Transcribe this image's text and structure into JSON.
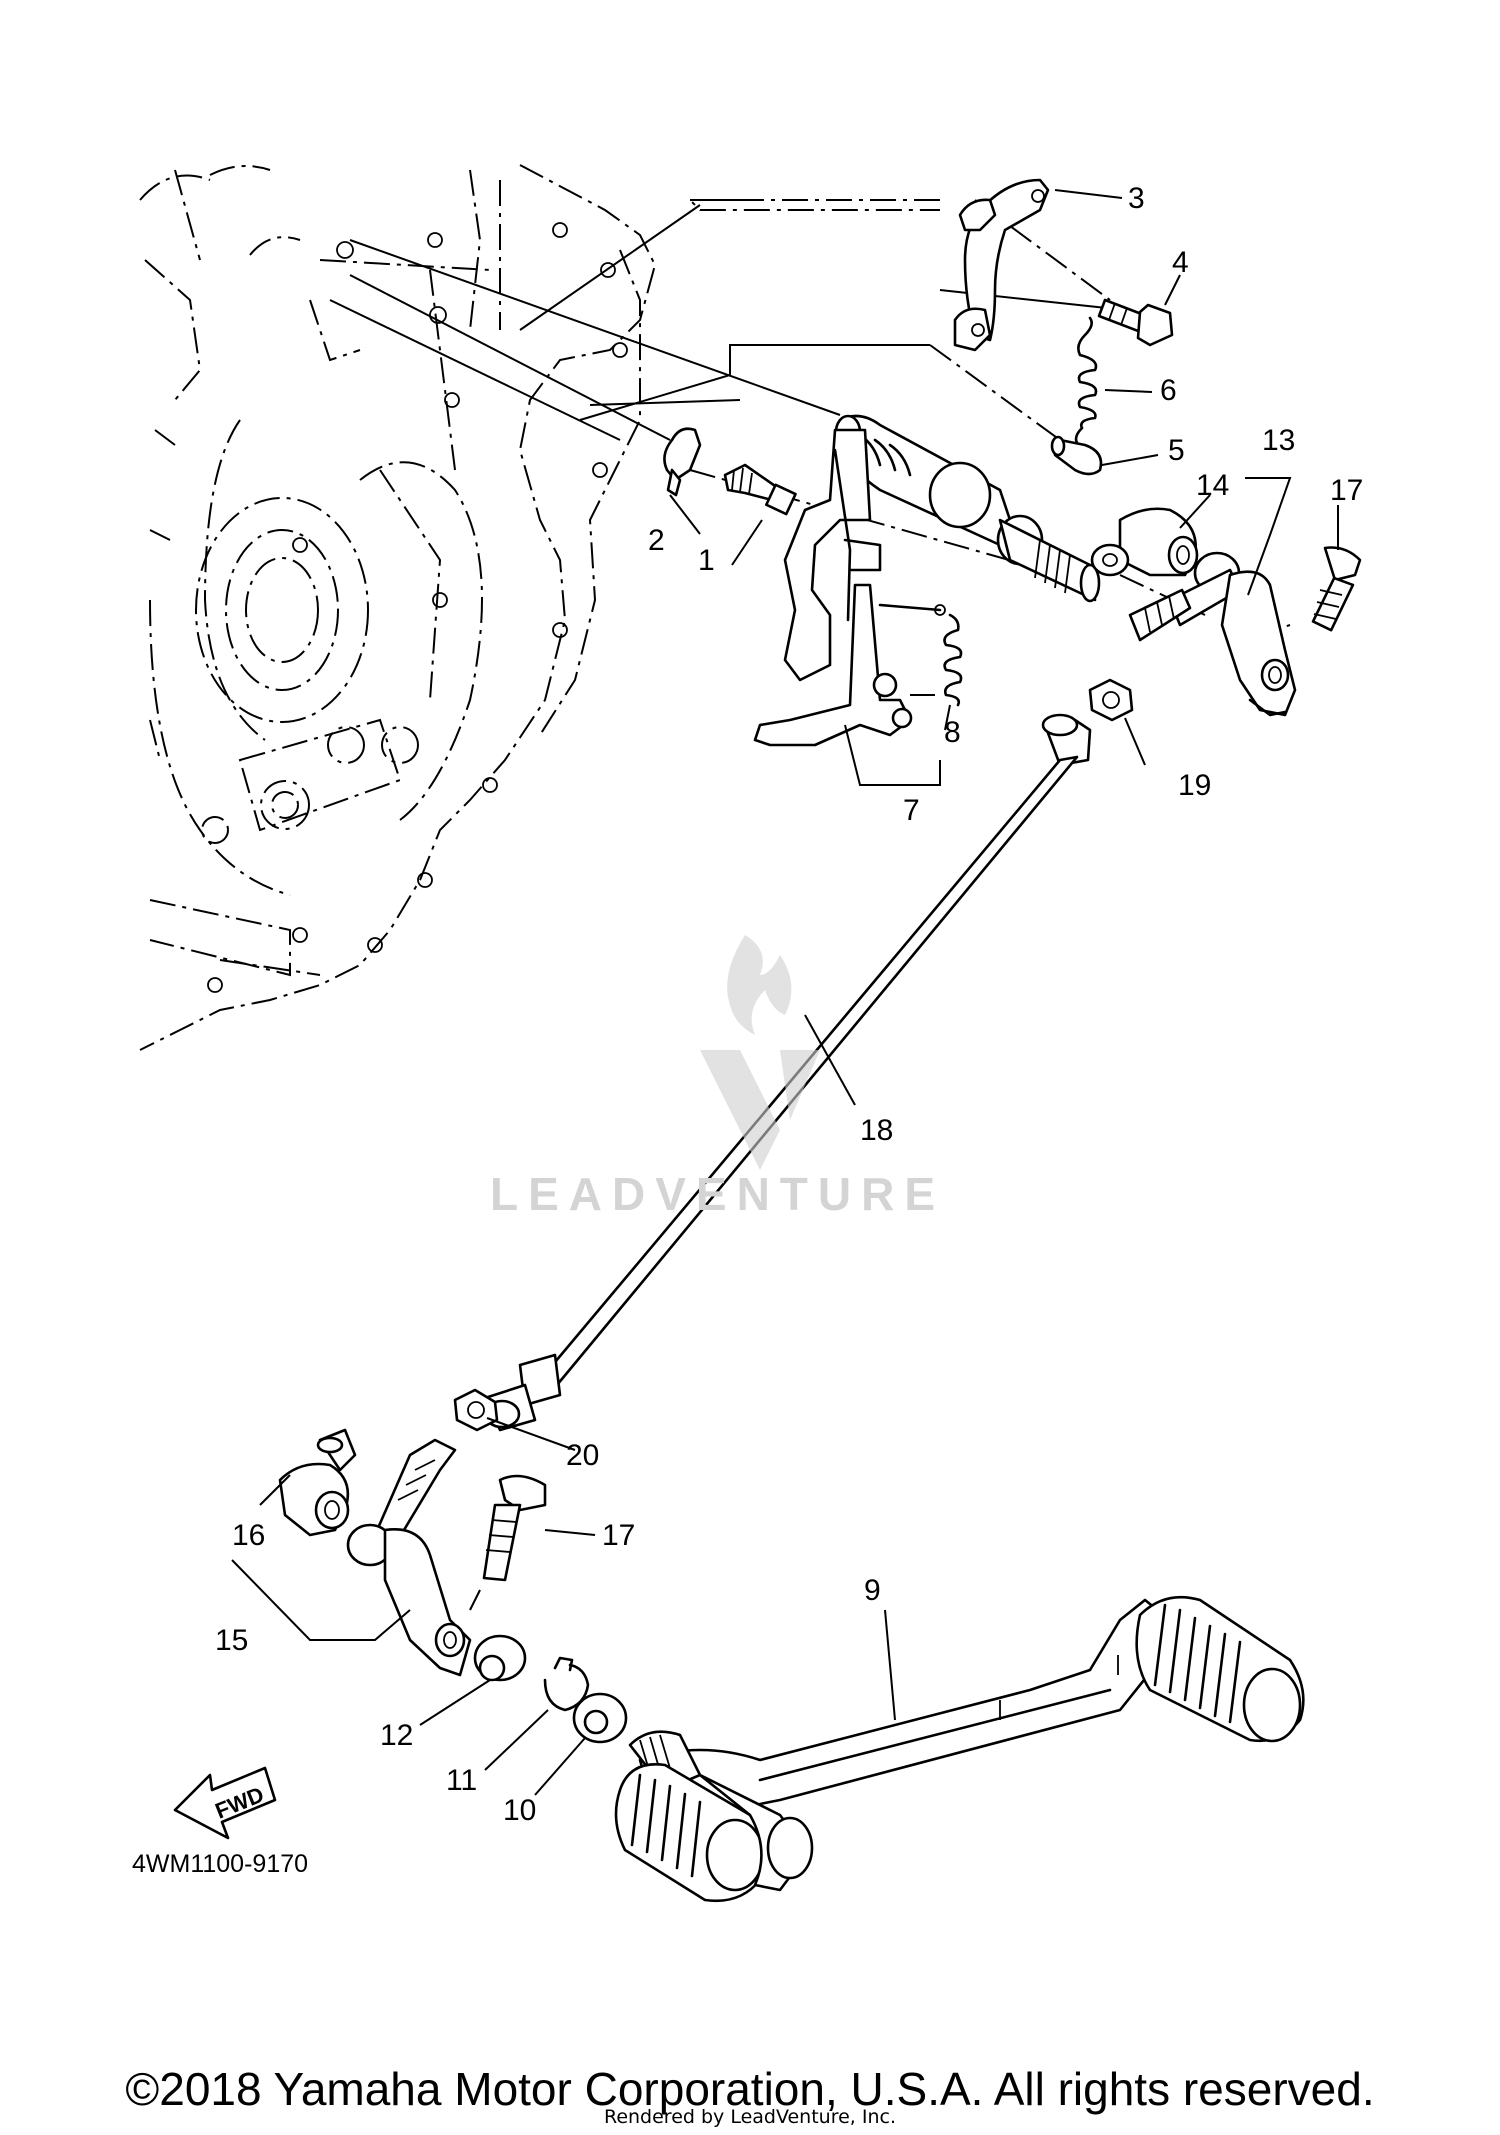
{
  "diagram": {
    "callouts": [
      {
        "id": "1",
        "label": "1"
      },
      {
        "id": "2",
        "label": "2"
      },
      {
        "id": "3",
        "label": "3"
      },
      {
        "id": "4",
        "label": "4"
      },
      {
        "id": "5",
        "label": "5"
      },
      {
        "id": "6",
        "label": "6"
      },
      {
        "id": "7",
        "label": "7"
      },
      {
        "id": "8",
        "label": "8"
      },
      {
        "id": "9",
        "label": "9"
      },
      {
        "id": "10",
        "label": "10"
      },
      {
        "id": "11",
        "label": "11"
      },
      {
        "id": "12",
        "label": "12"
      },
      {
        "id": "13",
        "label": "13"
      },
      {
        "id": "14",
        "label": "14"
      },
      {
        "id": "15",
        "label": "15"
      },
      {
        "id": "16",
        "label": "16"
      },
      {
        "id": "17a",
        "label": "17"
      },
      {
        "id": "17b",
        "label": "17"
      },
      {
        "id": "18",
        "label": "18"
      },
      {
        "id": "19",
        "label": "19"
      },
      {
        "id": "20",
        "label": "20"
      }
    ],
    "fwd_label": "FWD",
    "diagram_code": "4WM1100-9170"
  },
  "watermark": {
    "text": "LEADVENTURE"
  },
  "footer": {
    "copyright": "©2018 Yamaha Motor Corporation, U.S.A. All rights reserved.",
    "rendered_by": "Rendered by LeadVenture, Inc."
  }
}
